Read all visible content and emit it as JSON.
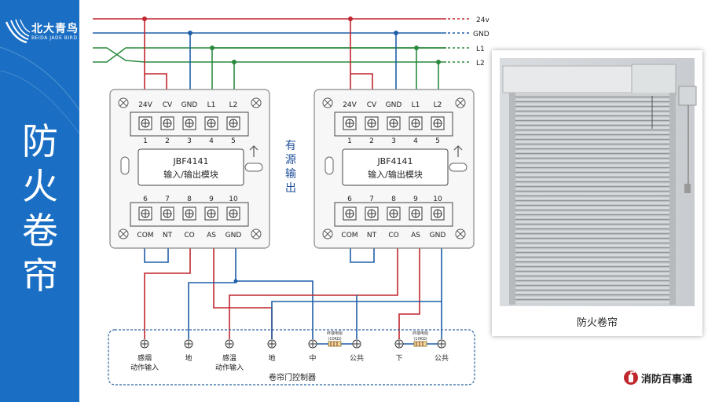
{
  "brand": {
    "name_cn": "北大青鸟",
    "name_en": "BEIDA JADE BIRD"
  },
  "title_chars": [
    "防",
    "火",
    "卷",
    "帘"
  ],
  "bus_lines": [
    "24v",
    "GND",
    "L1",
    "L2"
  ],
  "modules": [
    {
      "top_terminals": [
        "24V",
        "CV",
        "GND",
        "L1",
        "L2"
      ],
      "top_numbers": [
        "1",
        "2",
        "3",
        "4",
        "5"
      ],
      "model": "JBF4141",
      "desc": "输入/输出模块",
      "bottom_numbers": [
        "6",
        "7",
        "8",
        "9",
        "10"
      ],
      "bottom_terminals": [
        "COM",
        "NT",
        "CO",
        "AS",
        "GND"
      ]
    },
    {
      "top_terminals": [
        "24V",
        "CV",
        "GND",
        "L1",
        "L2"
      ],
      "top_numbers": [
        "1",
        "2",
        "3",
        "4",
        "5"
      ],
      "model": "JBF4141",
      "desc": "输入/输出模块",
      "bottom_numbers": [
        "6",
        "7",
        "8",
        "9",
        "10"
      ],
      "bottom_terminals": [
        "COM",
        "NT",
        "CO",
        "AS",
        "GND"
      ]
    }
  ],
  "active_output_label": [
    "有",
    "源",
    "输",
    "出"
  ],
  "controller": {
    "label": "卷帘门控制器",
    "terminals": [
      {
        "label1": "感烟",
        "label2": "动作输入"
      },
      {
        "label1": "地",
        "label2": ""
      },
      {
        "label1": "感温",
        "label2": "动作输入"
      },
      {
        "label1": "地",
        "label2": ""
      },
      {
        "label1": "中",
        "label2": ""
      },
      {
        "label1": "公共",
        "label2": ""
      },
      {
        "label1": "下",
        "label2": ""
      },
      {
        "label1": "公共",
        "label2": ""
      }
    ],
    "resistor_labels": [
      {
        "l1": "终端电阻",
        "l2": "(10KΩ)"
      },
      {
        "l1": "终端电阻",
        "l2": "(10KΩ)"
      }
    ]
  },
  "photo": {
    "caption": "防火卷帘"
  },
  "footer": {
    "brand": "消防百事通"
  },
  "colors": {
    "sidebar": "#1a6fc4",
    "wire_red": "#c0272d",
    "wire_blue": "#1f5fa8",
    "wire_green": "#2a8a3e"
  }
}
